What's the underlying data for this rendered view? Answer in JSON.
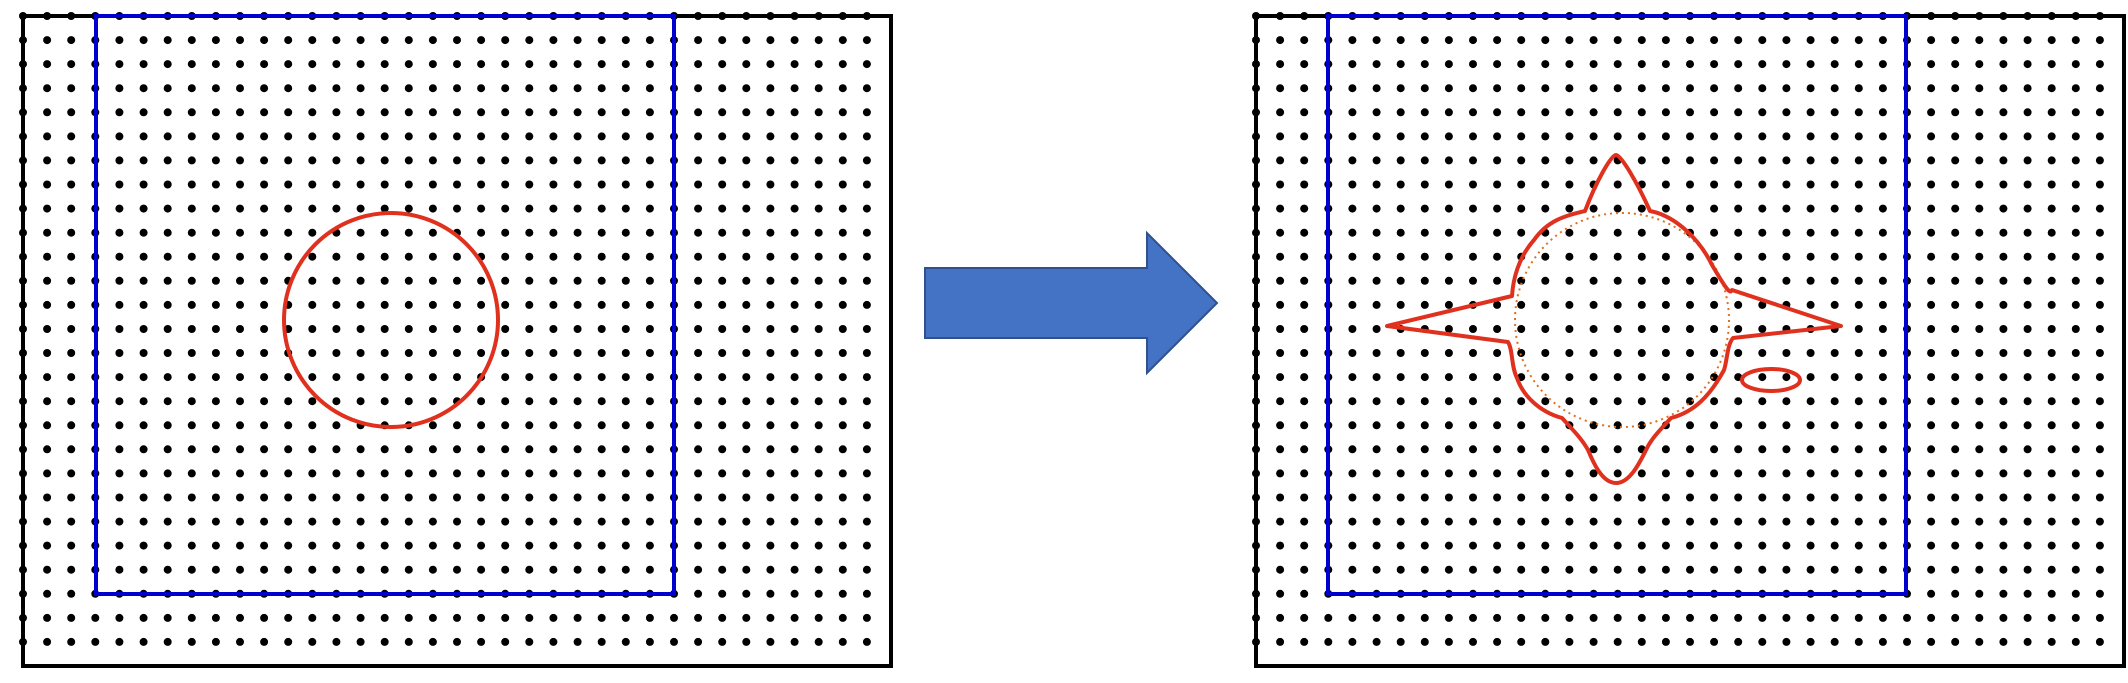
{
  "panels": [
    {
      "id": "before",
      "grid_rows": 27,
      "grid_cols": 36,
      "colors": {
        "frame": "#000000",
        "dots": "#000000",
        "inner_box": "#0000cc",
        "shape": "#e0301e"
      },
      "shape": "circle"
    },
    {
      "id": "after",
      "grid_rows": 27,
      "grid_cols": 36,
      "colors": {
        "frame": "#000000",
        "dots": "#000000",
        "inner_box": "#0000cc",
        "shape": "#e0301e",
        "reference_circle": "#e07020"
      },
      "shape": "deformed-star-with-island",
      "reference_shape": "dotted-circle"
    }
  ],
  "arrow": {
    "direction": "right",
    "fill": "#4472c4",
    "stroke": "#2f528f"
  }
}
